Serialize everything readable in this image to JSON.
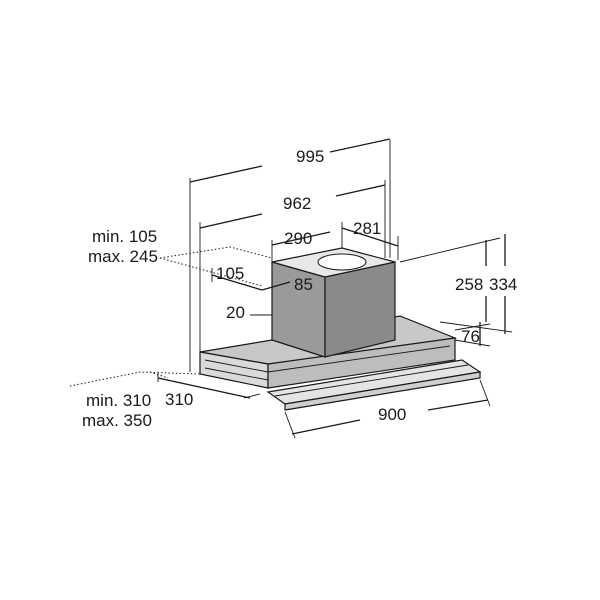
{
  "dimensions": {
    "total_width": "995",
    "inner_width": "962",
    "chimney_width": "290",
    "chimney_depth": "281",
    "min_offset": "min. 105",
    "max_offset": "max. 245",
    "chimney_left": "105",
    "chimney_inset": "85",
    "chimney_gap": "20",
    "height_body": "258",
    "height_total": "334",
    "front_height": "76",
    "min_depth": "min. 310",
    "max_depth": "max. 350",
    "depth": "310",
    "front_width": "900"
  },
  "colors": {
    "line": "#1a1a1a",
    "chimney_fill": "#9a9a9a",
    "chimney_top": "#e8e8e8",
    "body_fill": "#c8c8c8",
    "front_fill": "#dadada"
  }
}
